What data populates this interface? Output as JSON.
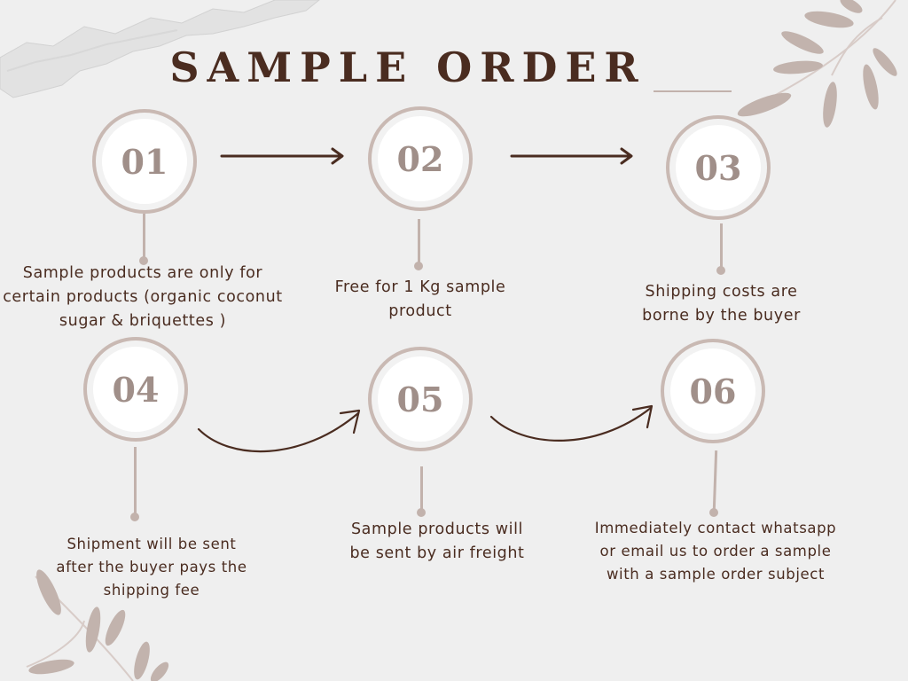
{
  "title": "SAMPLE ORDER",
  "colors": {
    "background": "#efefef",
    "title": "#4a2c20",
    "circle_border": "#c9b9b3",
    "number": "#a08f89",
    "arrow": "#4a2c20",
    "leaf": "#b8aaa4"
  },
  "steps": [
    {
      "number": "01",
      "text": "Sample products are only for certain products (organic coconut sugar & briquettes )"
    },
    {
      "number": "02",
      "text": "Free for 1 Kg sample product"
    },
    {
      "number": "03",
      "text": "Shipping costs are borne by the buyer"
    },
    {
      "number": "04",
      "text": "Shipment will be sent after the buyer pays the shipping fee"
    },
    {
      "number": "05",
      "text": "Sample products will be sent by air freight"
    },
    {
      "number": "06",
      "text": "Immediately contact whatsapp or email us to order a sample with a sample order subject"
    }
  ],
  "decorations": [
    "paper-tear-icon",
    "leaf-branch-icon",
    "leaf-branch-icon"
  ]
}
